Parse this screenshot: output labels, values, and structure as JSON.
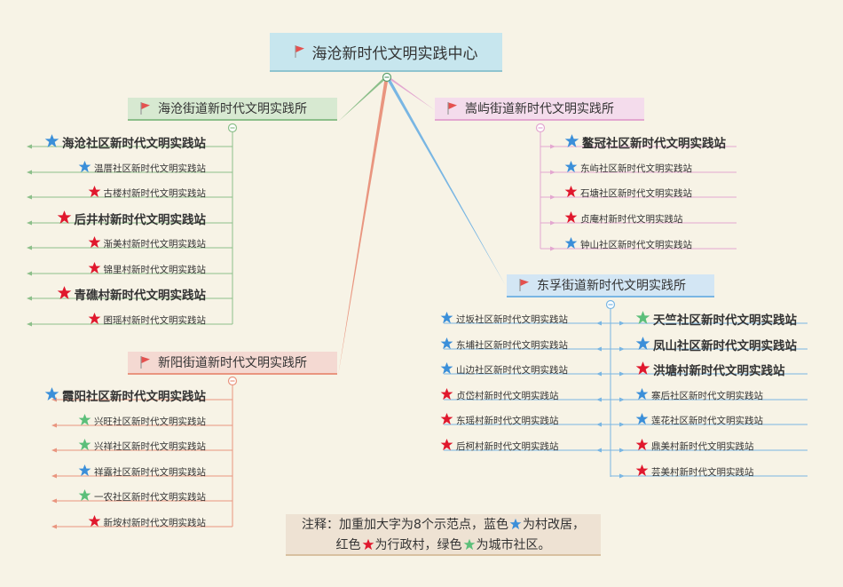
{
  "center": {
    "title": "海沧新时代文明实践中心"
  },
  "branches": [
    {
      "key": "haicang",
      "title": "海沧街道新时代文明实践所",
      "color": "#8cbf8a",
      "box_bg": "#d7e9d1",
      "items": [
        {
          "label": "海沧社区新时代文明实践站",
          "star": "blue",
          "big": true
        },
        {
          "label": "温厝社区新时代文明实践站",
          "star": "blue",
          "big": false
        },
        {
          "label": "古楼村新时代文明实践站",
          "star": "red",
          "big": false
        },
        {
          "label": "后井村新时代文明实践站",
          "star": "red",
          "big": true
        },
        {
          "label": "渐美村新时代文明实践站",
          "star": "red",
          "big": false
        },
        {
          "label": "锦里村新时代文明实践站",
          "star": "red",
          "big": false
        },
        {
          "label": "青礁村新时代文明实践站",
          "star": "red",
          "big": true
        },
        {
          "label": "囷瑶村新时代文明实践站",
          "star": "red",
          "big": false
        }
      ]
    },
    {
      "key": "songyu",
      "title": "嵩屿街道新时代文明实践所",
      "color": "#e3a7d0",
      "box_bg": "#f4dcec",
      "items": [
        {
          "label": "鳌冠社区新时代文明实践站",
          "star": "blue",
          "big": true
        },
        {
          "label": "东屿社区新时代文明实践站",
          "star": "blue",
          "big": false
        },
        {
          "label": "石塘社区新时代文明实践站",
          "star": "red",
          "big": false
        },
        {
          "label": "贞庵村新时代文明实践站",
          "star": "red",
          "big": false
        },
        {
          "label": "钟山社区新时代文明实践站",
          "star": "blue",
          "big": false
        }
      ]
    },
    {
      "key": "xinyang",
      "title": "新阳街道新时代文明实践所",
      "color": "#e9957f",
      "box_bg": "#f4d9d2",
      "items": [
        {
          "label": "霞阳社区新时代文明实践站",
          "star": "blue",
          "big": true
        },
        {
          "label": "兴旺社区新时代文明实践站",
          "star": "green",
          "big": false
        },
        {
          "label": "兴祥社区新时代文明实践站",
          "star": "green",
          "big": false
        },
        {
          "label": "祥露社区新时代文明实践站",
          "star": "blue",
          "big": false
        },
        {
          "label": "一农社区新时代文明实践站",
          "star": "green",
          "big": false
        },
        {
          "label": "新垵村新时代文明实践站",
          "star": "red",
          "big": false
        }
      ]
    },
    {
      "key": "dongfu",
      "title": "东孚街道新时代文明实践所",
      "color": "#79b6e3",
      "box_bg": "#d3e6f4",
      "left_items": [
        {
          "label": "过坂社区新时代文明实践站",
          "star": "blue",
          "big": false
        },
        {
          "label": "东埔社区新时代文明实践站",
          "star": "blue",
          "big": false
        },
        {
          "label": "山边社区新时代文明实践站",
          "star": "blue",
          "big": false
        },
        {
          "label": "贞岱村新时代文明实践站",
          "star": "red",
          "big": false
        },
        {
          "label": "东瑶村新时代文明实践站",
          "star": "red",
          "big": false
        },
        {
          "label": "后柯村新时代文明实践站",
          "star": "red",
          "big": false
        }
      ],
      "right_items": [
        {
          "label": "天竺社区新时代文明实践站",
          "star": "green",
          "big": true
        },
        {
          "label": "凤山社区新时代文明实践站",
          "star": "blue",
          "big": true
        },
        {
          "label": "洪塘村新时代文明实践站",
          "star": "red",
          "big": true
        },
        {
          "label": "寨后社区新时代文明实践站",
          "star": "blue",
          "big": false
        },
        {
          "label": "莲花社区新时代文明实践站",
          "star": "blue",
          "big": false
        },
        {
          "label": "鼎美村新时代文明实践站",
          "star": "red",
          "big": false
        },
        {
          "label": "芸美村新时代文明实践站",
          "star": "red",
          "big": false
        }
      ]
    }
  ],
  "note": {
    "part1": "注释：加重加大字为8个示范点，蓝色",
    "part2": "为村改居，红色",
    "part3": "为行政村，绿色",
    "part4": "为城市社区。"
  },
  "colors": {
    "blue_star": "#3b8fd9",
    "red_star": "#e0182d",
    "green_star": "#5cbf7a",
    "flag": "#e4514f"
  },
  "icons": {
    "flag": "red-flag-icon",
    "star": "star-icon",
    "collapse": "collapse-minus-icon"
  }
}
